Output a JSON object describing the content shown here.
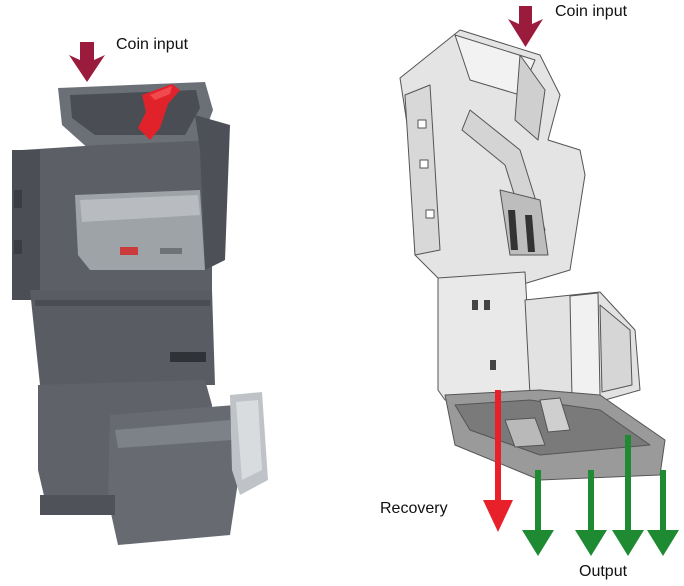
{
  "labels": {
    "left_coin_input": "Coin input",
    "right_coin_input": "Coin input",
    "recovery": "Recovery",
    "output": "Output"
  },
  "colors": {
    "coin_input_arrow": "#9b1b3d",
    "recovery_arrow": "#e8202a",
    "output_arrow": "#1e8a32",
    "device_body": "#5c6066",
    "device_shadow": "#3d4045",
    "device_highlight": "#7d8288",
    "lever": "#e2222a",
    "schematic_fill": "#e4e4e4",
    "schematic_line": "#555555"
  },
  "icons": {
    "coin_input_arrow": "down-arrow-icon",
    "recovery_arrow": "down-arrow-icon",
    "output_arrow": "down-arrow-icon"
  }
}
